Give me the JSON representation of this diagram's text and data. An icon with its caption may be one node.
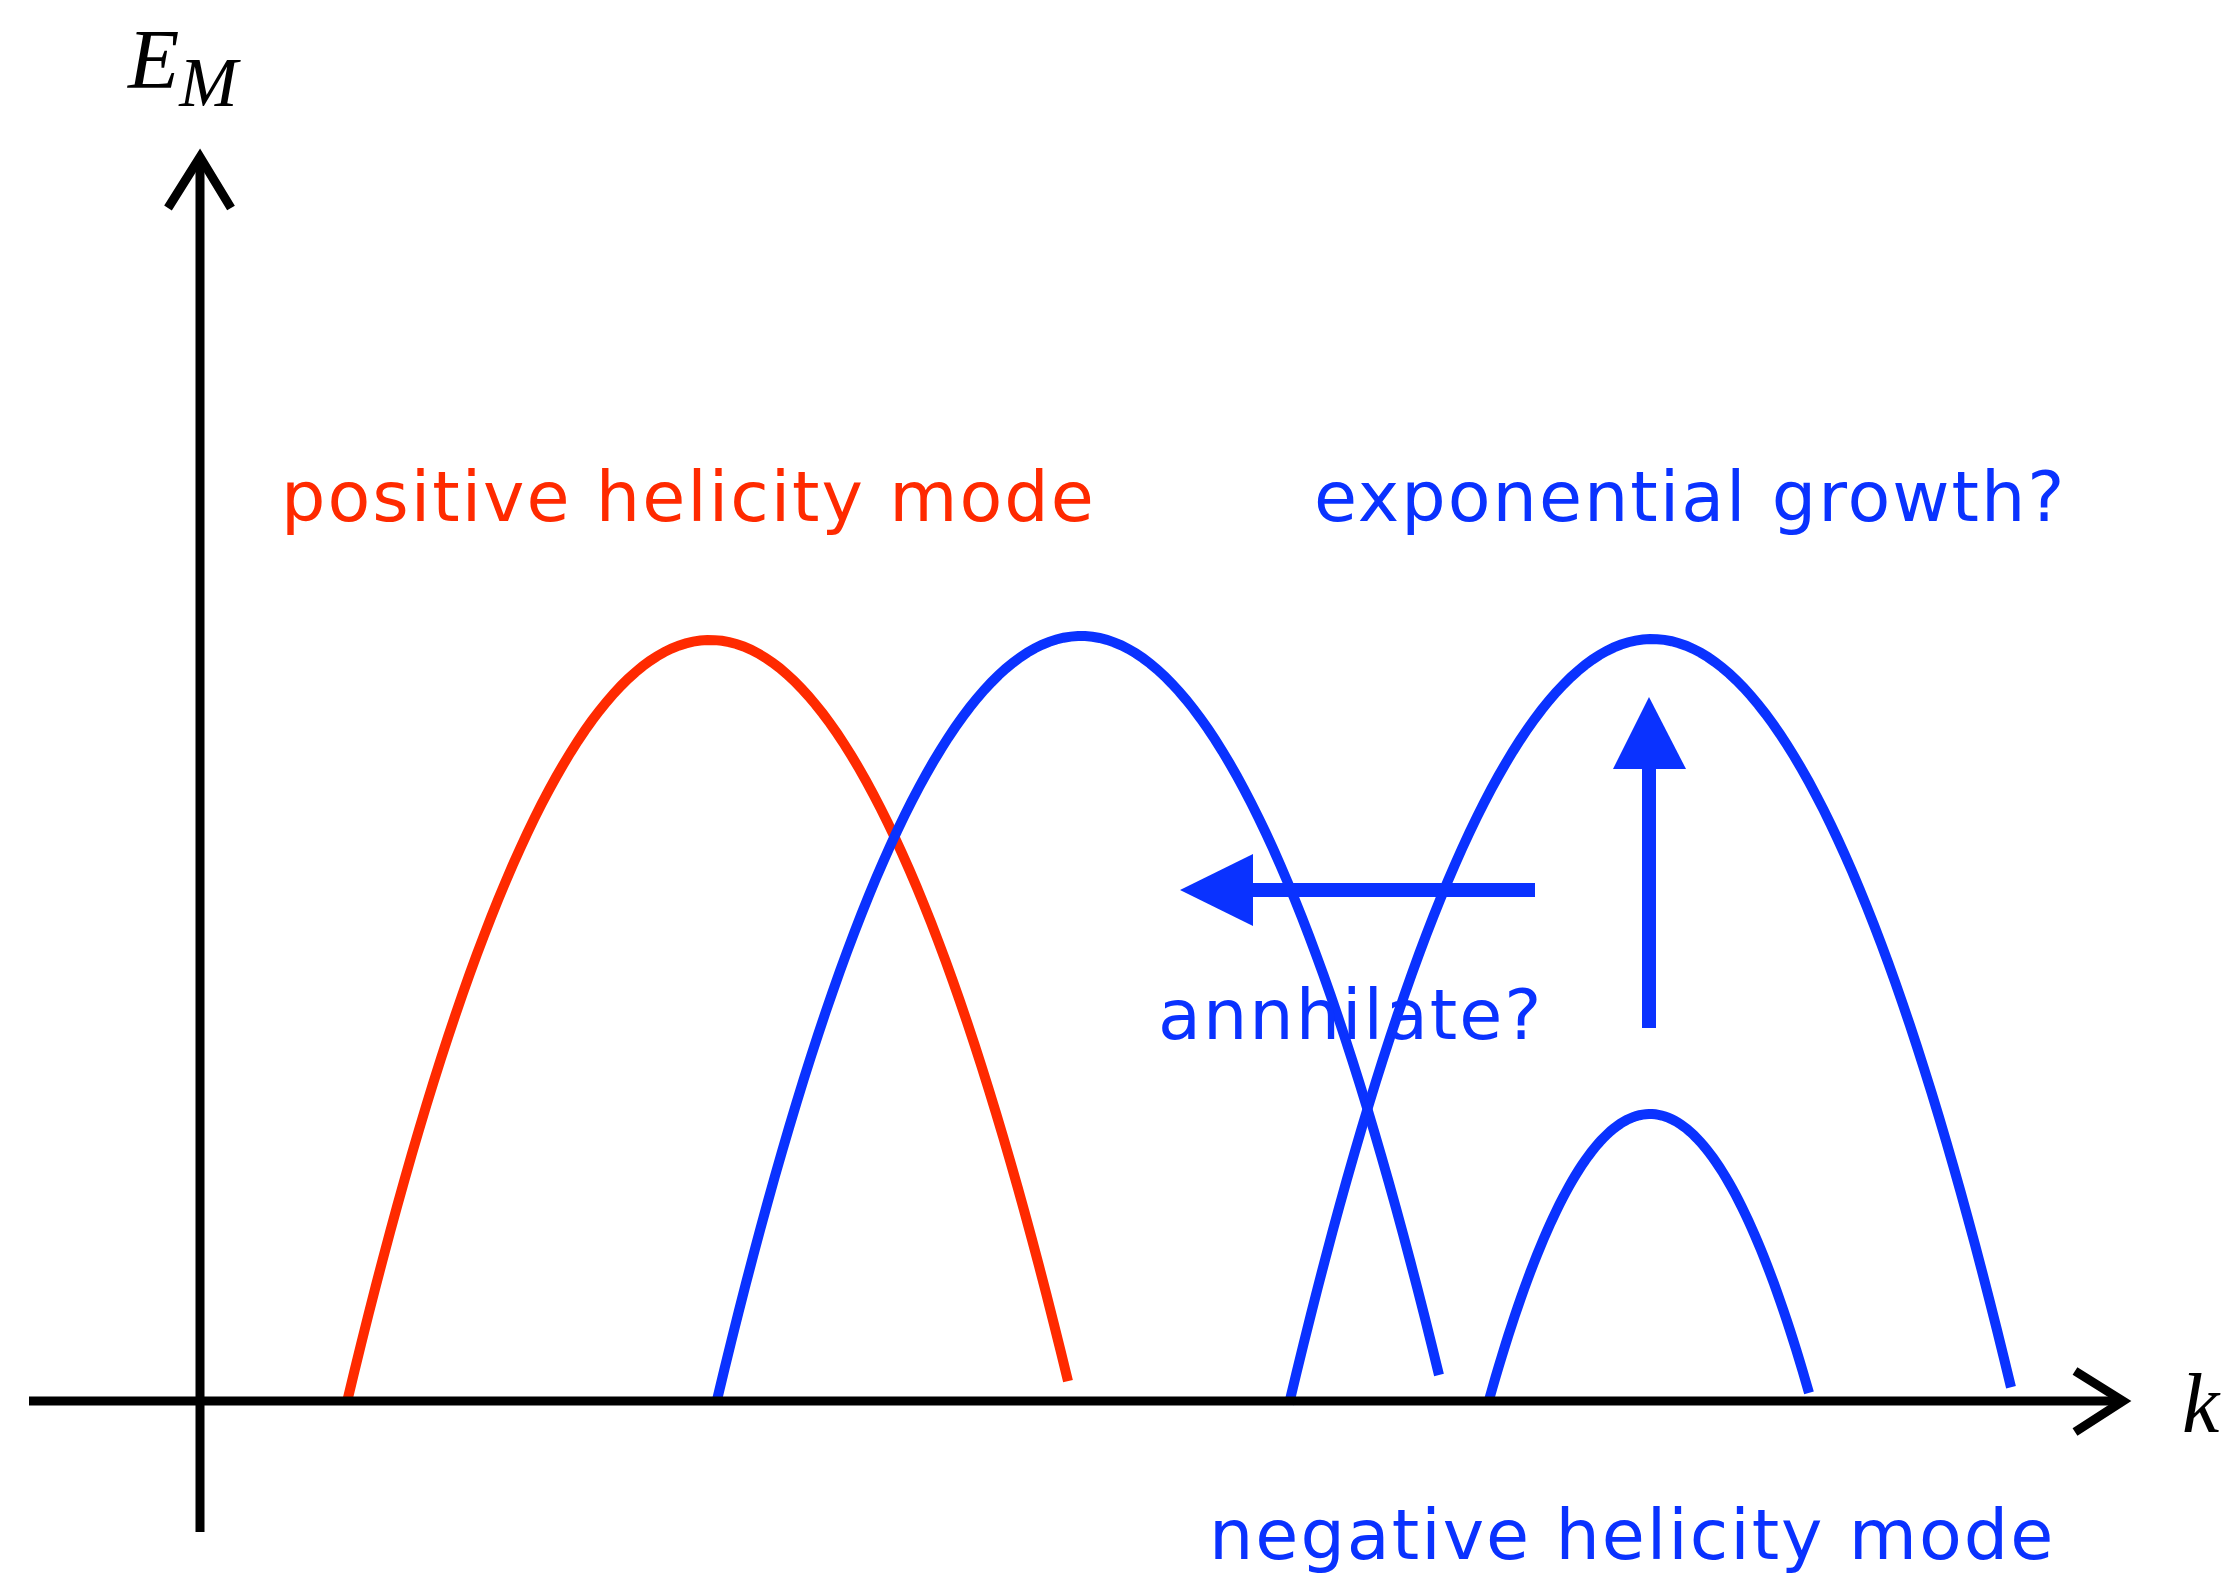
{
  "diagram": {
    "labels": [
      "E$_{M}$",
      "k",
      "positive helicity mode",
      "exponential growth?",
      "annhilate?",
      "negative helicity mode"
    ]
  }
}
